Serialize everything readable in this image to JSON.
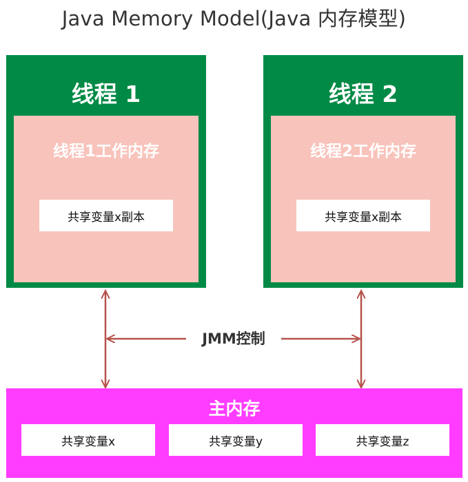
{
  "title": "Java Memory Model(Java 内存模型)",
  "threads": [
    {
      "title": "线程 1",
      "work_memory": "线程1工作内存",
      "copy": "共享变量x副本"
    },
    {
      "title": "线程 2",
      "work_memory": "线程2工作内存",
      "copy": "共享变量x副本"
    }
  ],
  "control_label": "JMM控制",
  "main_memory": {
    "title": "主内存",
    "variables": [
      "共享变量x",
      "共享变量y",
      "共享变量z"
    ]
  },
  "colors": {
    "thread_bg": "#008a45",
    "work_memory_bg": "#f8c3bb",
    "main_memory_bg": "#ff3cff",
    "arrow": "#b5524a"
  }
}
